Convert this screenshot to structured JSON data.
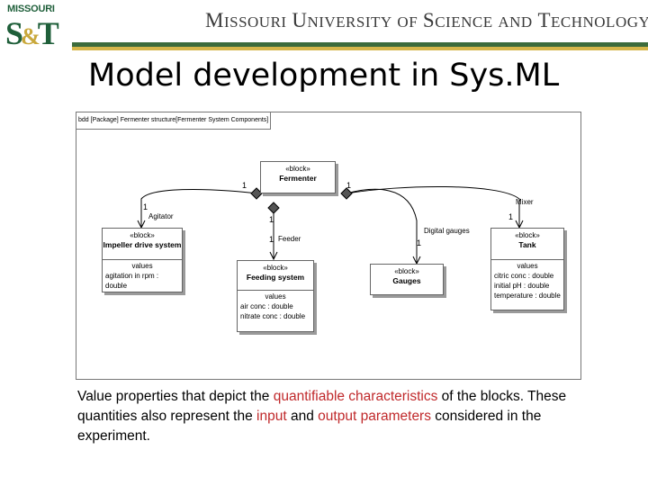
{
  "header": {
    "logo_top": "MISSOURI",
    "logo_mark_left": "S",
    "logo_mark_amp": "&",
    "logo_mark_right": "T",
    "university": {
      "w1_cap": "M",
      "w1": "ISSOURI",
      "w2_cap": "U",
      "w2": "NIVERSITY",
      "w3": "OF",
      "w4_cap": "S",
      "w4": "CIENCE",
      "w5": "AND",
      "w6_cap": "T",
      "w6": "ECHNOLOGY"
    }
  },
  "title": "Model development in Sys.ML",
  "diagram": {
    "frame_label": "bdd [Package] Fermenter structure[Fermenter System Components]",
    "blocks": {
      "fermenter": {
        "stereotype": "«block»",
        "name": "Fermenter"
      },
      "impeller": {
        "stereotype": "«block»",
        "name": "Impeller drive system",
        "section": "values",
        "props": [
          "agitation in rpm : double"
        ]
      },
      "feeding": {
        "stereotype": "«block»",
        "name": "Feeding system",
        "section": "values",
        "props": [
          "air conc : double",
          "nitrate conc : double"
        ]
      },
      "gauges": {
        "stereotype": "«block»",
        "name": "Gauges"
      },
      "tank": {
        "stereotype": "«block»",
        "name": "Tank",
        "section": "values",
        "props": [
          "citric conc : double",
          "initial pH : double",
          "temperature : double"
        ]
      }
    },
    "roles": {
      "agitator": "Agitator",
      "feeder": "Feeder",
      "digital_gauges": "Digital gauges",
      "mixer": "Mixer"
    },
    "multiplicities": {
      "m1": "1",
      "m2": "1",
      "m3": "1",
      "m4": "1",
      "m5": "1",
      "m6": "1",
      "m7": "1"
    }
  },
  "caption": {
    "p1": "Value properties that depict the ",
    "h1": "quantifiable characteristics",
    "p2": " of the blocks. These quantities also represent the ",
    "h2": "input",
    "p3": " and ",
    "h3": "output",
    "p4": " ",
    "h4": "parameters",
    "p5": " considered in the experiment."
  },
  "colors": {
    "brand_green": "#3c6b3c",
    "brand_gold": "#d6b64a",
    "highlight": "#c0292b"
  }
}
